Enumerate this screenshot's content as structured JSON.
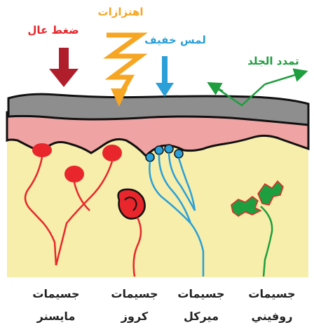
{
  "stimuli": {
    "high_pressure": {
      "label": "ضغط عال",
      "color": "#e8262b"
    },
    "vibrations": {
      "label": "اهتزازات",
      "color": "#f6a623"
    },
    "light_touch": {
      "label": "لمس خفيف",
      "color": "#2a9fd8"
    },
    "skin_stretch": {
      "label": "تمدد الجلد",
      "color": "#1e9e3e"
    }
  },
  "receptors": [
    {
      "line1": "جسيمات",
      "line2": "مايسنر"
    },
    {
      "line1": "جسيمات",
      "line2": "كروز"
    },
    {
      "line1": "جسيمات",
      "line2": "ميركل"
    },
    {
      "line1": "جسيمات",
      "line2": "روفيني"
    }
  ],
  "colors": {
    "epidermis_top": "#8e8e8e",
    "dermis_pink": "#f0a3a3",
    "subcutis_yellow": "#f6eeaa",
    "meissner": "#e8262b",
    "krause": "#e8262b",
    "merkel": "#2a9fd8",
    "ruffini": "#1e9e3e"
  }
}
